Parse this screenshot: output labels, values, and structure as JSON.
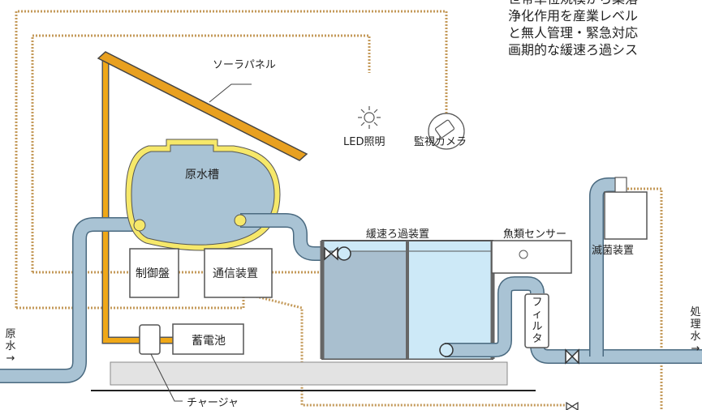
{
  "description_lines": [
    "世帯単位規模から集落",
    "浄化作用を産業レベル",
    "と無人管理・緊急対応",
    "画期的な緩速ろ過シス"
  ],
  "labels": {
    "solar_panel": "ソーラパネル",
    "led_light": "LED照明",
    "camera": "監視カメラ",
    "raw_water_tank": "原水槽",
    "slow_filter": "緩速ろ過装置",
    "fish_sensor": "魚類センサー",
    "sterilizer": "滅菌装置",
    "control_panel": "制御盤",
    "comm_device": "通信装置",
    "battery": "蓄電池",
    "charger": "チャージャ",
    "filter_chars": [
      "フ",
      "ィ",
      "ル",
      "タ"
    ],
    "raw_water_chars": [
      "原",
      "水",
      "→"
    ],
    "treated_water_chars": [
      "処",
      "理",
      "水",
      "→"
    ]
  },
  "colors": {
    "pipe": "#a9c3d4",
    "pipe_outline": "#4a6a80",
    "tank_fill": "#a9c3d4",
    "tank_rim": "#f6e86a",
    "solar_panel": "#e8a020",
    "power_line": "#f0a818",
    "signal_line": "#c49a5a",
    "filter_dark": "#a9bfcf",
    "filter_light": "#cde9f7",
    "base": "#e3e3e3"
  }
}
